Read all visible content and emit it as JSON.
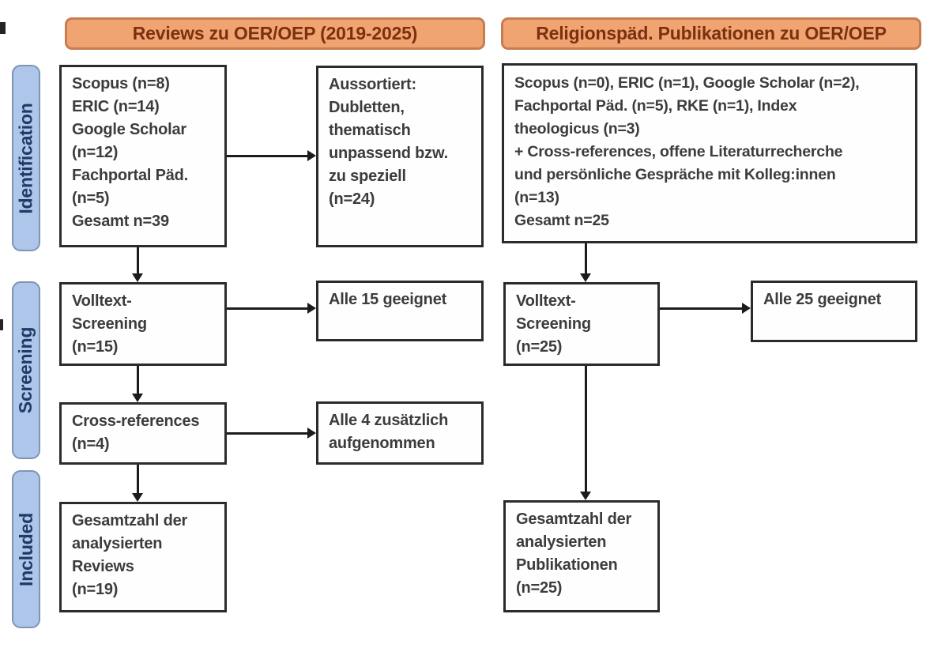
{
  "colors": {
    "header_fill": "#f0a472",
    "header_border": "#c97c4e",
    "header_text": "#7a3110",
    "stage_fill": "#aec6e9",
    "stage_border": "#7e94b5",
    "stage_text": "#1e3a66",
    "box_border": "#2b2b2b",
    "box_text": "#3c3c3c",
    "arrow": "#1c1c1c",
    "bg": "#ffffff"
  },
  "headers": {
    "left": "Reviews zu OER/OEP (2019-2025)",
    "right": "Religionspäd. Publikationen zu OER/OEP"
  },
  "stages": {
    "identification": "Identification",
    "screening": "Screening",
    "included": "Included"
  },
  "left_flow": {
    "sources": "Scopus (n=8)\nERIC (n=14)\nGoogle Scholar\n(n=12)\nFachportal Päd.\n(n=5)\nGesamt n=39",
    "excluded": "Aussortiert:\nDubletten,\nthematisch\nunpassend bzw.\nzu speziell\n(n=24)",
    "fulltext": "Volltext-\nScreening\n(n=15)",
    "fulltext_result": "Alle 15 geeignet",
    "crossref": "Cross-references\n(n=4)",
    "crossref_result": "Alle 4 zusätzlich\naufgenommen",
    "included": "Gesamtzahl der\nanalysierten\nReviews\n(n=19)"
  },
  "right_flow": {
    "sources": "Scopus (n=0), ERIC (n=1), Google Scholar (n=2),\nFachportal Päd. (n=5), RKE (n=1), Index\ntheologicus (n=3)\n+ Cross-references, offene Literaturrecherche\nund persönliche Gespräche mit Kolleg:innen\n(n=13)\nGesamt n=25",
    "fulltext": "Volltext-\nScreening\n(n=25)",
    "fulltext_result": "Alle 25 geeignet",
    "included": "Gesamtzahl der\nanalysierten\nPublikationen\n(n=25)"
  }
}
